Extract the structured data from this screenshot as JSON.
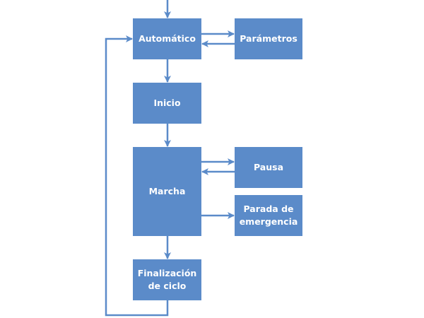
{
  "diagram": {
    "type": "flowchart",
    "colors": {
      "node_fill": "#5B8BC9",
      "edge": "#5B8BC9",
      "text": "#FFFFFF",
      "background": "#FFFFFF"
    },
    "nodes": [
      {
        "id": "automatico",
        "label": "Automático"
      },
      {
        "id": "parametros",
        "label": "Parámetros"
      },
      {
        "id": "inicio",
        "label": "Inicio"
      },
      {
        "id": "marcha",
        "label": "Marcha"
      },
      {
        "id": "pausa",
        "label": "Pausa"
      },
      {
        "id": "parada",
        "label": "Parada de\nemergencia"
      },
      {
        "id": "finalizacion",
        "label": "Finalización\nde ciclo"
      }
    ],
    "edges": [
      {
        "from": "entry",
        "to": "automatico"
      },
      {
        "from": "automatico",
        "to": "parametros"
      },
      {
        "from": "parametros",
        "to": "automatico"
      },
      {
        "from": "automatico",
        "to": "inicio"
      },
      {
        "from": "inicio",
        "to": "marcha"
      },
      {
        "from": "marcha",
        "to": "pausa"
      },
      {
        "from": "pausa",
        "to": "marcha"
      },
      {
        "from": "marcha",
        "to": "parada"
      },
      {
        "from": "marcha",
        "to": "finalizacion"
      },
      {
        "from": "finalizacion",
        "to": "automatico"
      }
    ]
  }
}
